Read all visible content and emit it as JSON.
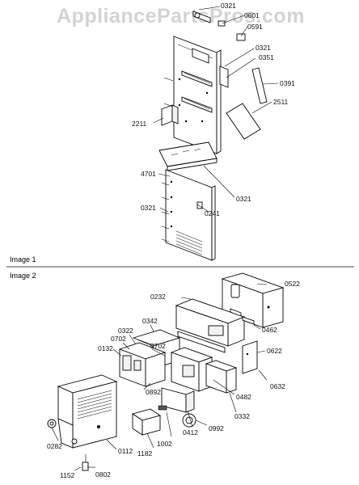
{
  "watermark": "AppliancePartsPros.com",
  "sections": {
    "image1": "Image 1",
    "image2": "Image 2"
  },
  "image1_labels": {
    "l0321a": "0321",
    "l0601": "0601",
    "l0591": "0591",
    "l0321b": "0321",
    "l0351": "0351",
    "l0391": "0391",
    "l2511": "2511",
    "l2211": "2211",
    "l4701": "4701",
    "l0321c": "0321",
    "l0241": "0241",
    "l0321d": "0321"
  },
  "image2_labels": {
    "l0522": "0522",
    "l0232": "0232",
    "l0462": "0462",
    "l0342": "0342",
    "l0322": "0322",
    "l0702a": "0702",
    "l0132": "0132",
    "l0702b": "0702",
    "l0622": "0622",
    "l0892": "0892",
    "l0482": "0482",
    "l0632": "0632",
    "l0332": "0332",
    "l0412": "0412",
    "l0992": "0992",
    "l1002": "1002",
    "l0282": "0282",
    "l0112": "0112",
    "l1182": "1182",
    "l1152": "1152",
    "l0802": "0802"
  }
}
